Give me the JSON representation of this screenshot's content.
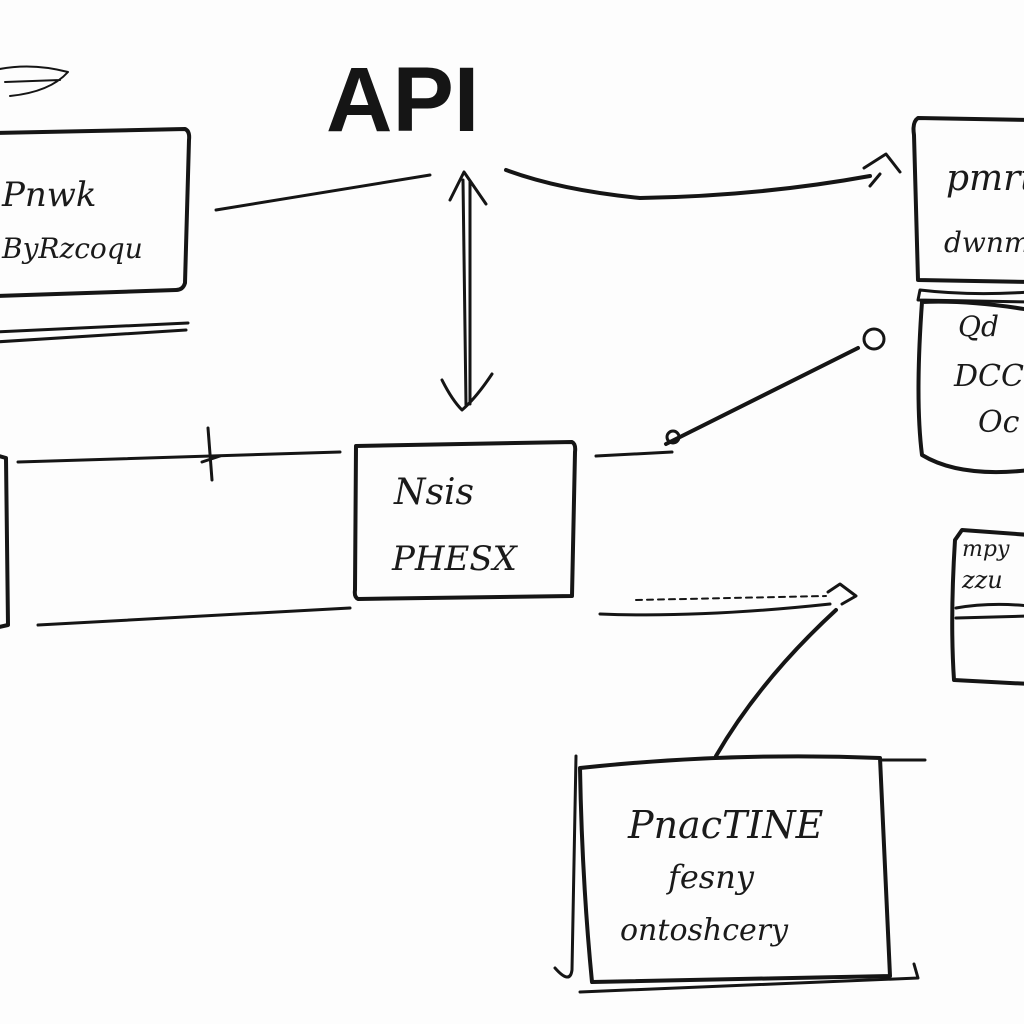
{
  "title": "API",
  "boxes": {
    "top_left": {
      "line1": "Pnwk",
      "line2": "ByRzcoqu"
    },
    "top_right": {
      "line1": "pmrt",
      "line2": "dwnm"
    },
    "mid_right": {
      "line1": "Qd",
      "line2": "DCC",
      "line3": "Oc"
    },
    "center": {
      "line1": "Nsis",
      "line2": "PHESX"
    },
    "small_right": {
      "line1": "mpy",
      "line2": "zzu"
    },
    "bottom": {
      "line1": "PnacTINE",
      "line2": "fesny",
      "line3": "ontoshcery"
    }
  },
  "colors": {
    "ink": "#151515",
    "paper": "#fdfdfd"
  }
}
